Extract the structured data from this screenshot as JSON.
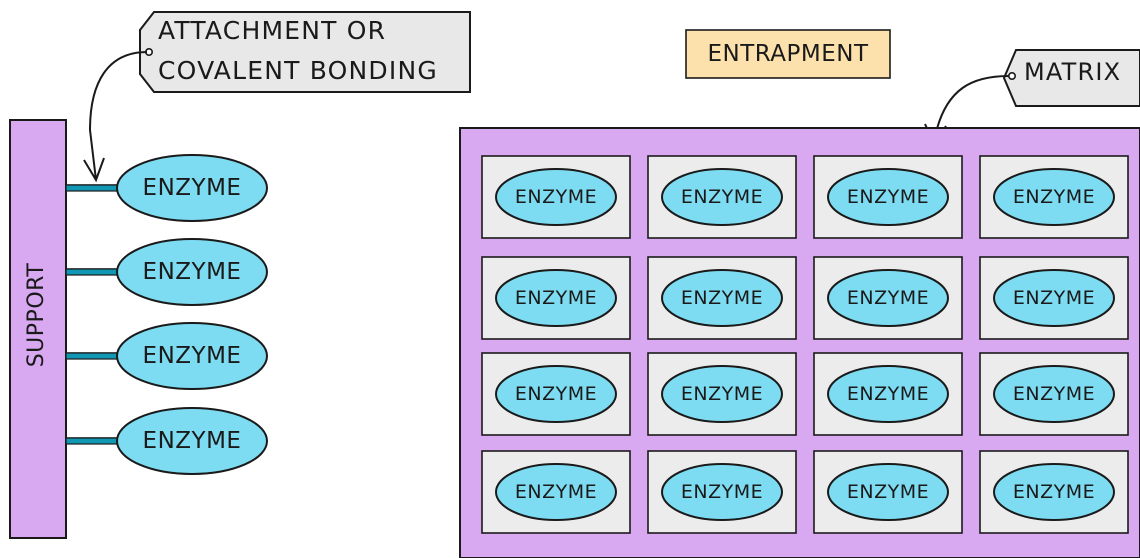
{
  "colors": {
    "support_fill": "#d8a8f0",
    "matrix_fill": "#d8a8f0",
    "cell_fill": "#ececec",
    "enzyme_fill": "#7ddcf2",
    "tag_fill": "#e8e8e8",
    "title_fill": "#fde1ad",
    "link_color": "#0f97b4",
    "outline": "#1a1a1a"
  },
  "attachment": {
    "tag_line1": "ATTACHMENT OR",
    "tag_line2": "COVALENT BONDING",
    "support_label": "SUPPORT",
    "enzymes": [
      "ENZYME",
      "ENZYME",
      "ENZYME",
      "ENZYME"
    ]
  },
  "entrapment": {
    "title": "ENTRAPMENT",
    "matrix_tag": "MATRIX",
    "grid": [
      [
        "ENZYME",
        "ENZYME",
        "ENZYME",
        "ENZYME"
      ],
      [
        "ENZYME",
        "ENZYME",
        "ENZYME",
        "ENZYME"
      ],
      [
        "ENZYME",
        "ENZYME",
        "ENZYME",
        "ENZYME"
      ],
      [
        "ENZYME",
        "ENZYME",
        "ENZYME",
        "ENZYME"
      ]
    ]
  }
}
